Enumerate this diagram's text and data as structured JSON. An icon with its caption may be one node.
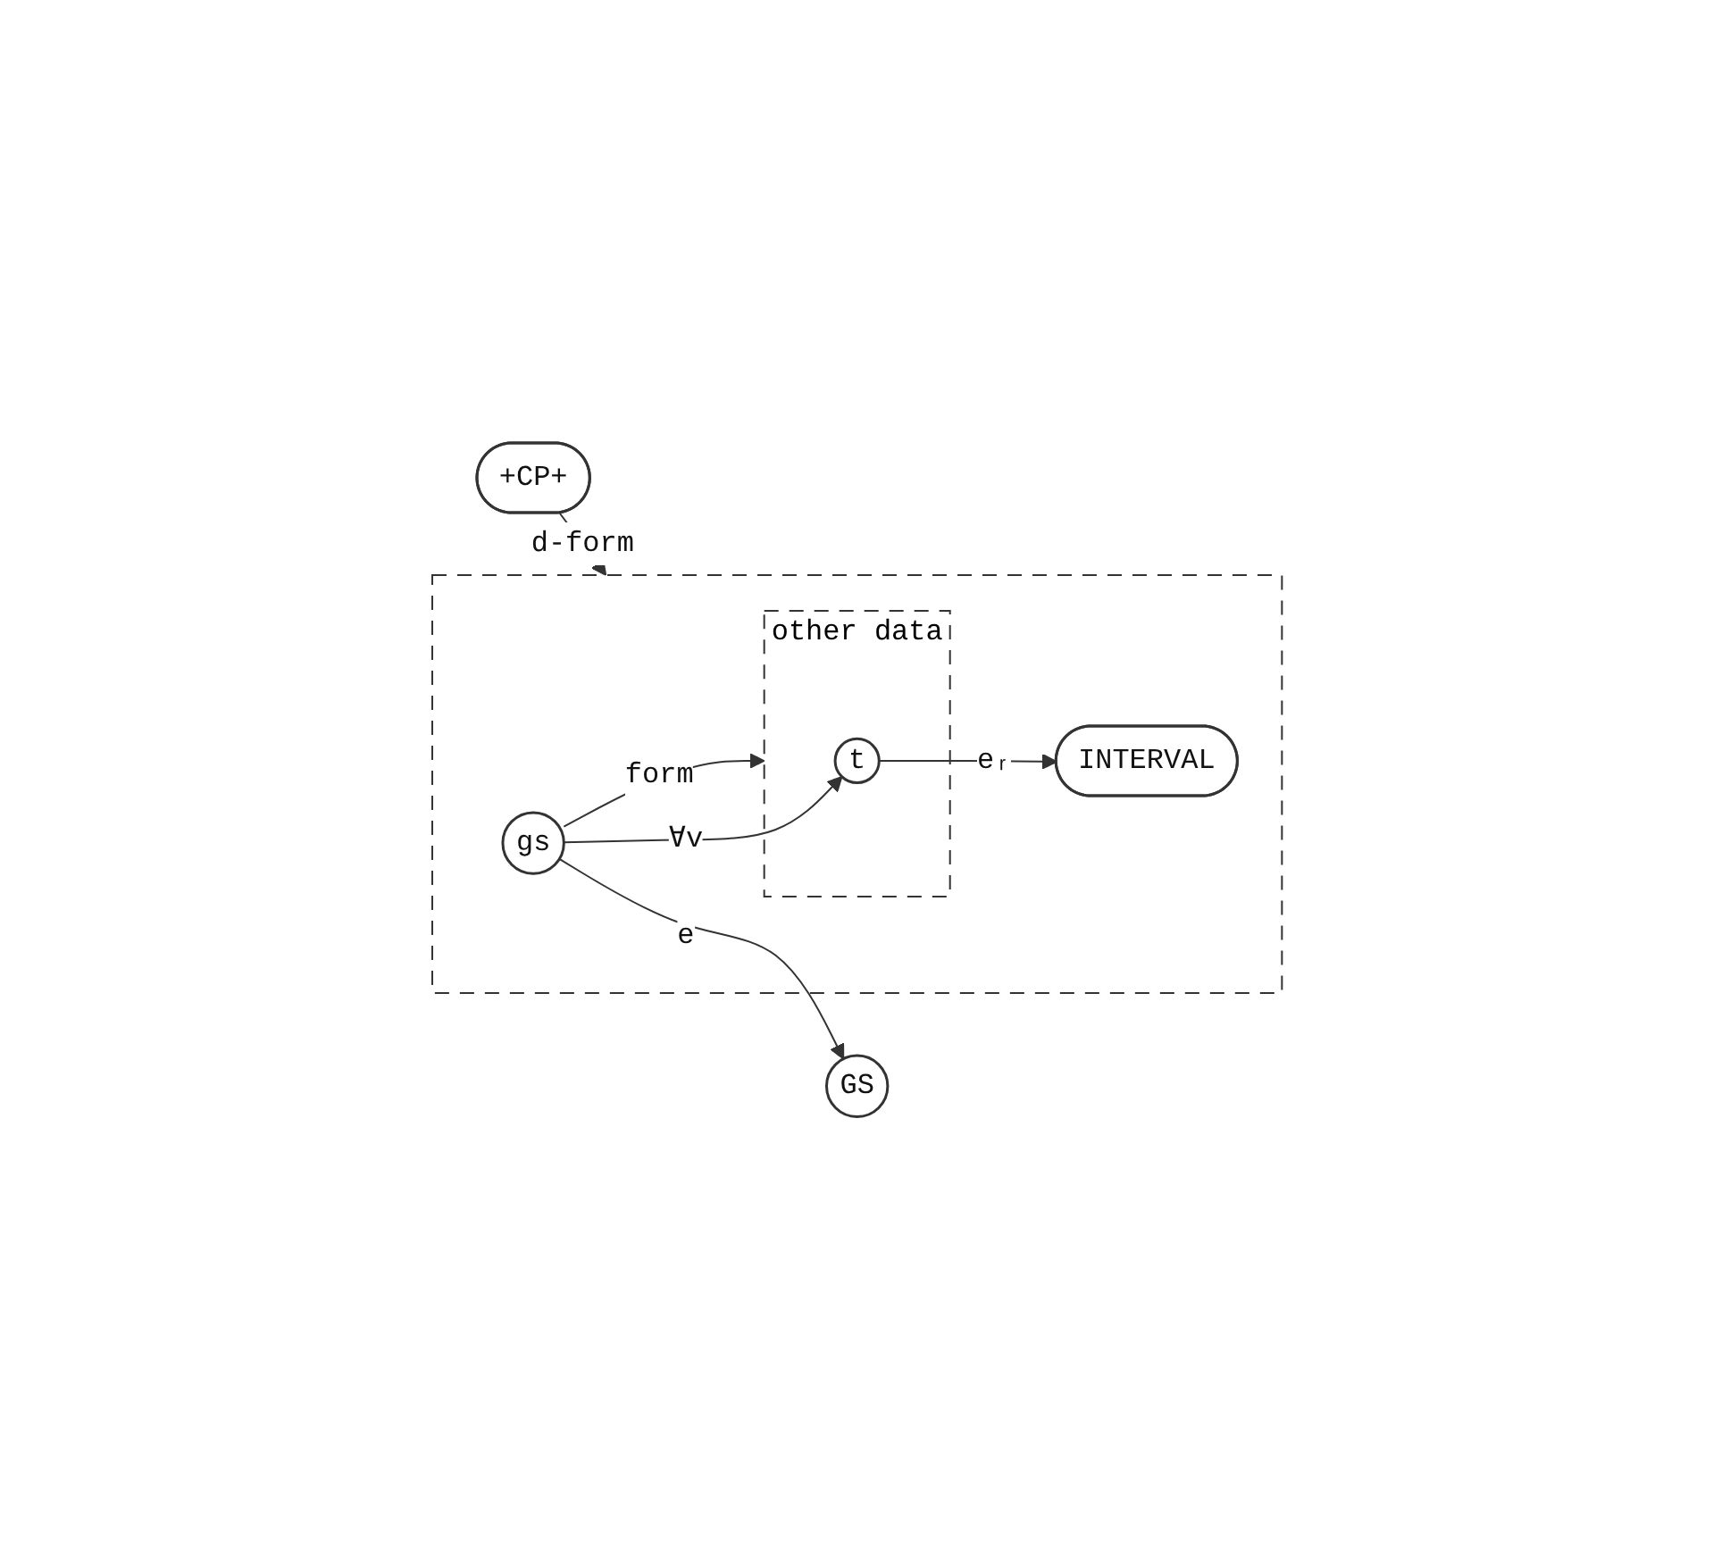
{
  "diagram": {
    "nodes": [
      {
        "text": [],
        "shape": "box"
      },
      {
        "text": [
          "other data"
        ],
        "in": 0
      },
      {
        "text": [
          "t"
        ],
        "in": 1
      },
      {
        "text": [
          "INTERVAL"
        ],
        "in": 0
      },
      {
        "text": [
          "gs"
        ],
        "in": 0
      },
      {
        "text": [
          "GS"
        ]
      },
      {
        "text": [
          "+CP+"
        ]
      }
    ],
    "edges": [
      {
        "from": 2,
        "to": 3,
        "label": "eᵣ",
        "arrow": "to"
      },
      {
        "from": 4,
        "to": 1,
        "label": "form",
        "arrow": "to"
      },
      {
        "from": 4,
        "to": 2,
        "label": "∀v",
        "arrow": "to"
      },
      {
        "from": 4,
        "to": 5,
        "label": "e",
        "arrow": "to"
      },
      {
        "from": 6,
        "to": 0,
        "label": "d-form",
        "arrow": "to"
      }
    ]
  }
}
